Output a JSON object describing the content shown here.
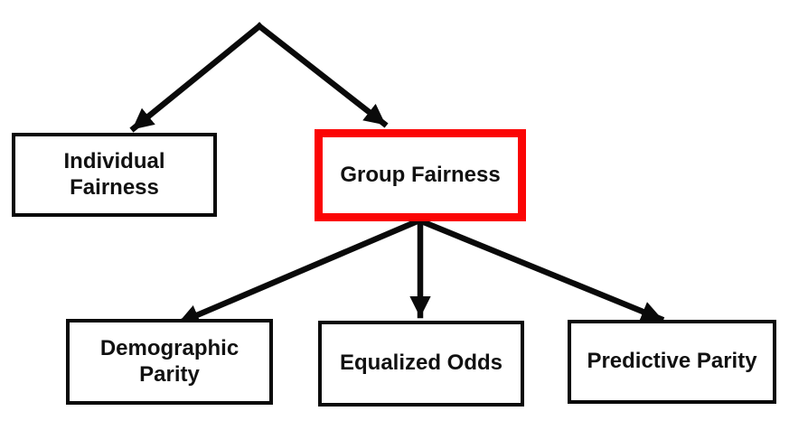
{
  "figure": {
    "type": "flowchart-tree",
    "nodes": [
      {
        "id": "individual-fairness",
        "label": "Individual Fairness",
        "highlighted": false
      },
      {
        "id": "group-fairness",
        "label": "Group Fairness",
        "highlighted": true
      },
      {
        "id": "demographic-parity",
        "label": "Demographic Parity",
        "highlighted": false
      },
      {
        "id": "equalized-odds",
        "label": "Equalized Odds",
        "highlighted": false
      },
      {
        "id": "predictive-parity",
        "label": "Predictive Parity",
        "highlighted": false
      }
    ],
    "edges": [
      {
        "from": "apex",
        "to": "individual-fairness"
      },
      {
        "from": "apex",
        "to": "group-fairness"
      },
      {
        "from": "group-fairness",
        "to": "demographic-parity"
      },
      {
        "from": "group-fairness",
        "to": "equalized-odds"
      },
      {
        "from": "group-fairness",
        "to": "predictive-parity"
      }
    ],
    "colors": {
      "box_border": "#0a0a0a",
      "highlight_border": "#fb0505",
      "text": "#111111",
      "arrow": "#0a0a0a",
      "background": "#ffffff"
    }
  }
}
